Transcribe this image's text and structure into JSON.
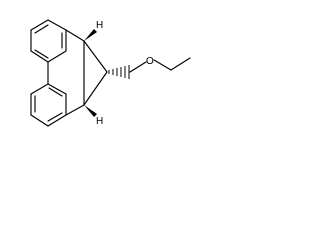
{
  "molecule": {
    "atoms": {
      "oxygen": "O",
      "hydrogen_top": "H",
      "hydrogen_bottom": "H"
    }
  }
}
